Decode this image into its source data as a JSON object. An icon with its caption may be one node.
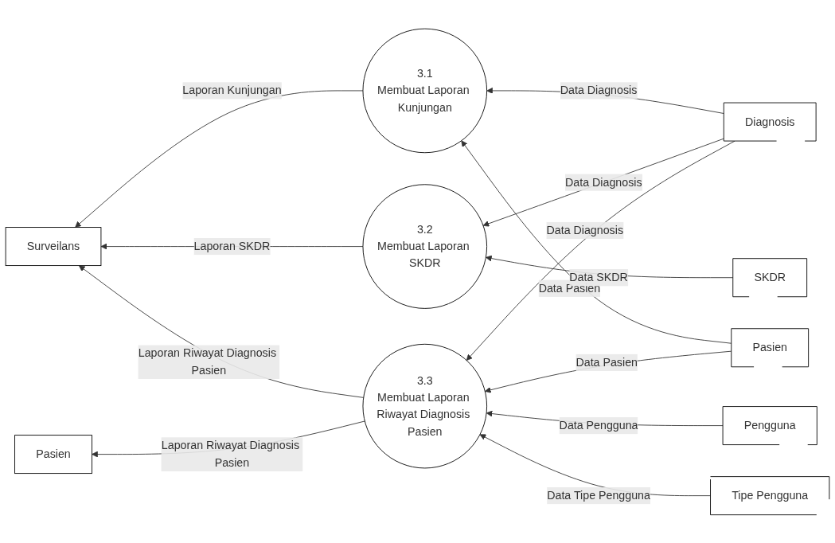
{
  "diagram": {
    "nodes": [
      {
        "text": [
          "3.1",
          "Membuat Laporan Kunjungan"
        ]
      },
      {
        "text": [
          "Pasien"
        ]
      },
      {
        "text": [
          "Diagnosis"
        ]
      },
      {
        "text": [
          "Surveilans"
        ]
      },
      {
        "text": [
          "3.2",
          "Membuat Laporan SKDR"
        ]
      },
      {
        "text": [
          "SKDR"
        ]
      },
      {
        "text": [
          "Pengguna"
        ]
      },
      {
        "text": [
          "3.3",
          "Membuat Laporan Riwayat Diagnosis Pasien"
        ]
      },
      {
        "text": [
          "Tipe Pengguna"
        ]
      },
      {
        "text": [
          "Pasien"
        ]
      }
    ],
    "edges": [
      {
        "from": 1,
        "to": 0,
        "arrow": "to",
        "label": "Data Pasien"
      },
      {
        "from": 2,
        "to": 0,
        "arrow": "to",
        "label": "Data Diagnosis"
      },
      {
        "from": 0,
        "to": 3,
        "arrow": "to",
        "label": "Laporan Kunjungan"
      },
      {
        "from": 2,
        "to": 4,
        "arrow": "to",
        "label": "Data Diagnosis"
      },
      {
        "from": 5,
        "to": 4,
        "arrow": "to",
        "label": "Data SKDR"
      },
      {
        "from": 4,
        "to": 3,
        "arrow": "to",
        "label": "Laporan SKDR"
      },
      {
        "from": 6,
        "to": 7,
        "arrow": "to",
        "label": "Data Pengguna"
      },
      {
        "from": 8,
        "to": 7,
        "arrow": "to",
        "label": "Data Tipe Pengguna"
      },
      {
        "from": 7,
        "to": 3,
        "arrow": "to",
        "label": "Laporan Riwayat Diagnosis Pasien"
      },
      {
        "from": 7,
        "to": 9,
        "arrow": "to",
        "label": "Laporan Riwayat Diagnosis Pasien"
      },
      {
        "from": 2,
        "to": 7,
        "arrow": "to",
        "label": "Data Diagnosis"
      },
      {
        "from": 1,
        "to": 7,
        "arrow": "to",
        "label": "Data Pasien"
      }
    ]
  }
}
